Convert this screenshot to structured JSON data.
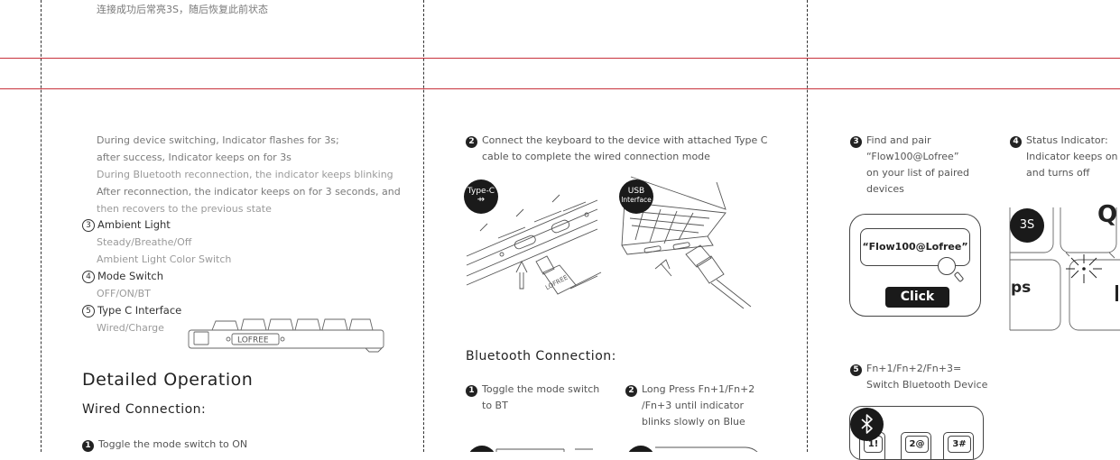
{
  "top": {
    "cn_note": "连接成功后常亮3S，随后恢复此前状态"
  },
  "col1": {
    "indicator_lines": [
      "During device switching, Indicator flashes for 3s;",
      "after success, Indicator keeps on for 3s",
      "During Bluetooth reconnection, the indicator keeps blinking",
      "After reconnection, the indicator keeps on for 3 seconds, and",
      "then recovers to the previous state"
    ],
    "items": [
      {
        "num": "3",
        "title": "Ambient Light",
        "lines": [
          "Steady/Breathe/Off",
          "Ambient Light Color Switch"
        ]
      },
      {
        "num": "4",
        "title": "Mode Switch",
        "lines": [
          "OFF/ON/BT"
        ]
      },
      {
        "num": "5",
        "title": "Type C Interface",
        "lines": [
          "Wired/Charge"
        ]
      }
    ],
    "keyboard_brand": "LOFREE",
    "heading": "Detailed Operation",
    "subheading": "Wired Connection:",
    "step1_num": "1",
    "step1": "Toggle the mode switch to ON"
  },
  "col2": {
    "step2_num": "2",
    "step2_lines": [
      "Connect the keyboard to the device with attached Type C",
      "cable to complete the wired connection mode"
    ],
    "typec_label": "Type-C",
    "usb_label_1": "USB",
    "usb_label_2": "Interface",
    "cable_brand": "LOFREE",
    "bt_heading": "Bluetooth Connection:",
    "bt1_num": "1",
    "bt1_lines": [
      "Toggle the mode switch",
      "to BT"
    ],
    "bt2_num": "2",
    "bt2_lines": [
      "Long Press Fn+1/Fn+2",
      "/Fn+3 until indicator",
      "blinks slowly on Blue"
    ]
  },
  "col3": {
    "s3_num": "3",
    "s3_lines": [
      "Find and pair",
      "“Flow100@Lofree”",
      "on your list of paired",
      "devices"
    ],
    "device_name": "“Flow100@Lofree”",
    "click_label": "Click",
    "s4_num": "4",
    "s4_lines": [
      "Status Indicator:",
      "Indicator keeps on fo",
      "and turns off"
    ],
    "badge_3s": "3S",
    "key_q": "Q",
    "key_caps": "ps",
    "s5_num": "5",
    "s5_lines": [
      "Fn+1/Fn+2/Fn+3=",
      "Switch Bluetooth Device"
    ],
    "keys": [
      "1!",
      "2@",
      "3#"
    ]
  }
}
